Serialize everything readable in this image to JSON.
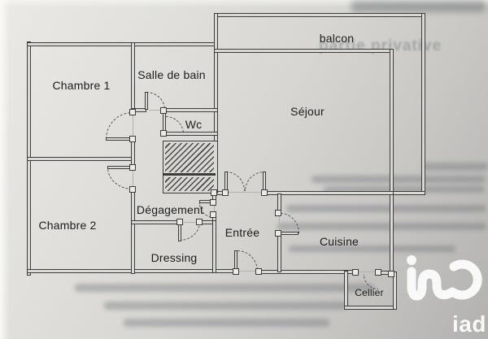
{
  "rooms": [
    {
      "id": "chambre-1",
      "label": "Chambre 1"
    },
    {
      "id": "salle-de-bain",
      "label": "Salle de bain"
    },
    {
      "id": "wc",
      "label": "Wc"
    },
    {
      "id": "sejour",
      "label": "Séjour"
    },
    {
      "id": "balcon",
      "label": "balcon"
    },
    {
      "id": "chambre-2",
      "label": "Chambre 2"
    },
    {
      "id": "degagement",
      "label": "Dégagement"
    },
    {
      "id": "dressing",
      "label": "Dressing"
    },
    {
      "id": "entree",
      "label": "Entrée"
    },
    {
      "id": "cuisine",
      "label": "Cuisine"
    },
    {
      "id": "cellier",
      "label": "Cellier"
    }
  ],
  "watermark": {
    "text": "partie privative"
  },
  "logo": {
    "brand": "iad"
  },
  "colors": {
    "paper": "#dad9d5",
    "wall": "#3c3c3c",
    "label": "#1c1c1c",
    "watermark": "#7a7e84",
    "logo": "#fdfdfd"
  }
}
